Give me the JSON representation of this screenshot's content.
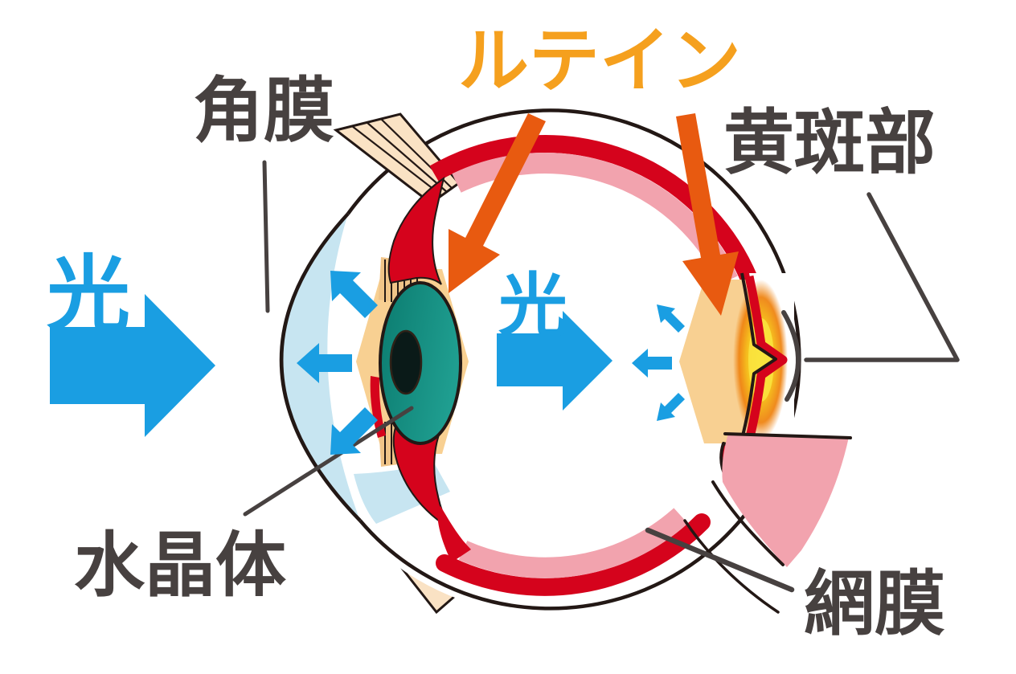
{
  "diagram": {
    "title": "eye-lutein-anatomy-diagram",
    "labels": {
      "cornea": "角膜",
      "lutein": "ルテイン",
      "macula": "黄斑部",
      "lens": "水晶体",
      "retina": "網膜",
      "light_incoming": "光",
      "light_inside": "光"
    },
    "colors": {
      "light_blue_arrow": "#1A9EE2",
      "lutein_text_orange": "#F5A01E",
      "lutein_arrow_orange": "#E85A10",
      "label_dark_gray": "#474140",
      "outline_black": "#231815",
      "choroid_red": "#D5031C",
      "retina_pink": "#F2A3AE",
      "macula_hexagon_orange": "#F8D092",
      "fovea_yellow": "#F9E034",
      "fovea_orange": "#EF8412",
      "cornea_light_blue": "#C7E5F1",
      "lens_teal_dark": "#0B7B6F",
      "lens_teal_light": "#1F9E90",
      "pupil_dark": "#0A1A18",
      "muscle_beige": "#FAE2C4",
      "zonule_tan": "#F0C488",
      "sclera_white": "#FFFFFF"
    }
  }
}
